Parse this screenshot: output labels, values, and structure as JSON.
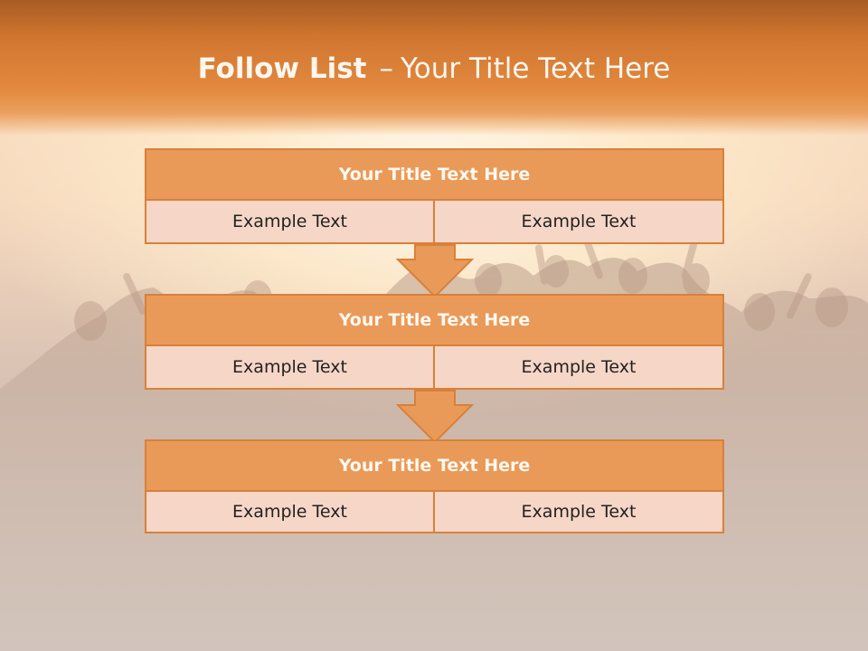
{
  "slide": {
    "title_bold": "Follow List",
    "title_dash": "–",
    "title_rest": "Your Title Text Here"
  },
  "blocks": [
    {
      "title": "Your Title Text Here",
      "left_text": "Example Text",
      "right_text": "Example Text"
    },
    {
      "title": "Your Title Text Here",
      "left_text": "Example Text",
      "right_text": "Example Text"
    },
    {
      "title": "Your Title Text Here",
      "left_text": "Example Text",
      "right_text": "Example Text"
    }
  ],
  "colors": {
    "header_band": "#e38a3f",
    "block_header_fill": "#e99a58",
    "cell_fill": "#f6d6c6",
    "border": "#d9803a"
  }
}
